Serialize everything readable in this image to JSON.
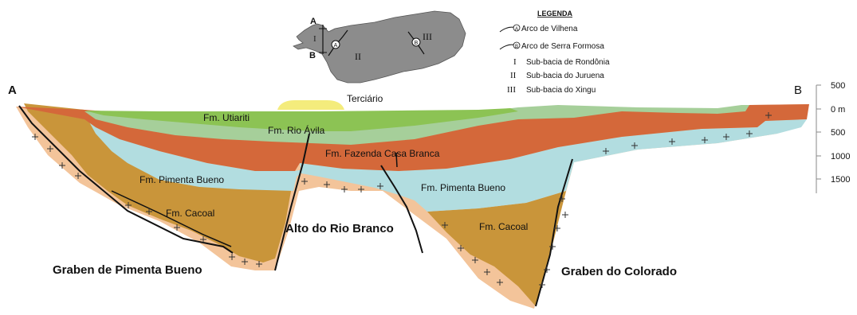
{
  "section": {
    "end_left": "A",
    "end_right": "B",
    "formations": {
      "utiariti": "Fm. Utiariti",
      "rio_avila": "Fm. Rio Ávila",
      "fazenda": "Fm. Fazenda Casa Branca",
      "pimenta_left": "Fm. Pimenta Bueno",
      "pimenta_right": "Fm. Pimenta Bueno",
      "cacoal_left": "Fm. Cacoal",
      "cacoal_right": "Fm. Cacoal",
      "terciario": "Terciário"
    },
    "structures": {
      "alto": "Alto do Rio Branco",
      "graben_pb": "Graben de Pimenta Bueno",
      "graben_col": "Graben do Colorado"
    }
  },
  "scale": {
    "ticks": [
      "500",
      "0 m",
      "500",
      "1000",
      "1500"
    ]
  },
  "inset": {
    "label_a": "A",
    "label_b": "B",
    "arc_a": "A",
    "arc_b": "B",
    "region_1": "I",
    "region_2": "II",
    "region_3": "III"
  },
  "legend": {
    "title": "LEGENDA",
    "arc_items": [
      {
        "symbol": "A",
        "label": "Arco de Vilhena"
      },
      {
        "symbol": "B",
        "label": "Arco de Serra Formosa"
      }
    ],
    "basin_items": [
      {
        "symbol": "I",
        "label": "Sub-bacia de Rondônia"
      },
      {
        "symbol": "II",
        "label": "Sub-bacia do Juruena"
      },
      {
        "symbol": "III",
        "label": "Sub-bacia do Xingu"
      }
    ]
  },
  "colors": {
    "basement": "#f3c49a",
    "cacoal": "#c9953a",
    "pimenta": "#b2dde0",
    "fazenda": "#d4683a",
    "rio_avila": "#a6cf9a",
    "utiariti": "#8cc354",
    "terciario": "#f4ec7c",
    "inset_fill": "#8c8c8c"
  }
}
